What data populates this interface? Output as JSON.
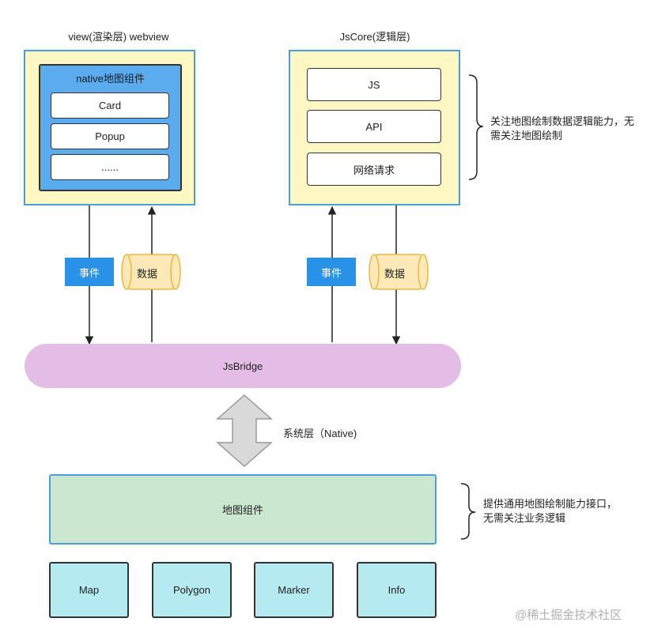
{
  "view_panel": {
    "title": "view(渲染层) webview",
    "native_title": "native地图组件",
    "items": [
      "Card",
      "Popup",
      "......"
    ]
  },
  "jscore_panel": {
    "title": "JsCore(逻辑层)",
    "items": [
      "JS",
      "API",
      "网络请求"
    ],
    "note": [
      "关注地图绘制数据逻辑能力，无",
      "需关注地图绘制"
    ]
  },
  "connectors": {
    "event_label": "事件",
    "data_label": "数据"
  },
  "bridge": {
    "label": "JsBridge"
  },
  "system_layer": {
    "label": "系统层（Native)"
  },
  "map_component": {
    "label": "地图组件",
    "note": [
      "提供通用地图绘制能力接口，",
      "无需关注业务逻辑"
    ]
  },
  "sub_components": [
    "Map",
    "Polygon",
    "Marker",
    "Info"
  ],
  "watermark": "@稀土掘金技术社区",
  "colors": {
    "panel_fill": "#fdf7c3",
    "panel_border": "#4a9fd8",
    "native_fill": "#5aacef",
    "event_fill": "#2a92e6",
    "data_fill": "#fde9b8",
    "data_stroke": "#f0b540",
    "bridge_fill": "#e3bde6",
    "component_fill": "#cce7cf",
    "sub_fill": "#b5eaf0"
  }
}
